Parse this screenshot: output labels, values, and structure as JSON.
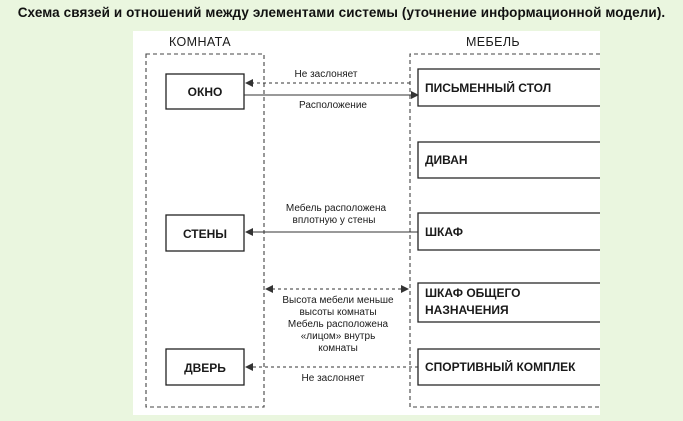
{
  "heading": "Схема связей и отношений между элементами системы (уточнение информационной модели).",
  "diagram": {
    "left_title": "КОМНАТА",
    "right_title": "МЕБЕЛЬ",
    "room_elements": [
      "ОКНО",
      "СТЕНЫ",
      "ДВЕРЬ"
    ],
    "furniture": [
      [
        "ПИСЬМЕННЫЙ СТОЛ"
      ],
      [
        "ДИВАН"
      ],
      [
        "ШКАФ"
      ],
      [
        "ШКАФ ОБЩЕГО",
        "НАЗНАЧЕНИЯ"
      ],
      [
        "СПОРТИВНЫЙ КОМПЛЕК"
      ]
    ],
    "relations": {
      "window_top": "Не заслоняет",
      "window_bottom": "Расположение",
      "walls": [
        "Мебель расположена",
        "вплотную у стены"
      ],
      "middle": [
        "Высота мебели меньше",
        "высоты комнаты",
        "Мебель расположена",
        "«лицом» внутрь",
        "комнаты"
      ],
      "door": "Не заслоняет"
    }
  }
}
